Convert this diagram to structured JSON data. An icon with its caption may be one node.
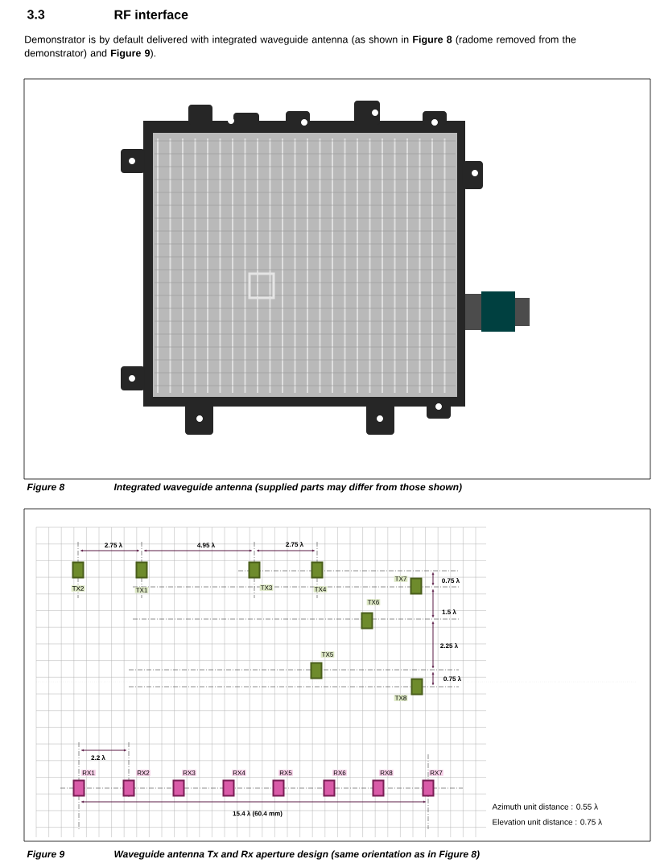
{
  "diagram": {
    "nodes": [
      {
        "text": [],
        "shape": "box",
        "beside": [
          "TX2"
        ]
      },
      {
        "text": [],
        "shape": "box",
        "beside": [
          "TX1"
        ]
      },
      {
        "text": [],
        "shape": "box",
        "beside": [
          "TX3"
        ]
      },
      {
        "text": [],
        "shape": "box",
        "beside": [
          "TX4"
        ]
      },
      {
        "text": [],
        "shape": "box",
        "beside": [
          "TX5"
        ]
      },
      {
        "text": [],
        "shape": "box",
        "beside": [
          "TX6"
        ]
      },
      {
        "text": [],
        "shape": "box",
        "beside": [
          "TX7"
        ]
      },
      {
        "text": [],
        "shape": "box",
        "beside": [
          "TX8"
        ]
      },
      {
        "text": [],
        "shape": "box",
        "beside": [
          "RX1"
        ]
      },
      {
        "text": [],
        "shape": "box",
        "beside": [
          "RX2"
        ]
      },
      {
        "text": [],
        "shape": "box",
        "beside": [
          "RX3"
        ]
      },
      {
        "text": [],
        "shape": "box",
        "beside": [
          "RX4"
        ]
      },
      {
        "text": [],
        "shape": "box",
        "beside": [
          "RX5"
        ]
      },
      {
        "text": [],
        "shape": "box",
        "beside": [
          "RX6"
        ]
      },
      {
        "text": [],
        "shape": "box",
        "beside": [
          "RX8"
        ]
      },
      {
        "text": [],
        "shape": "box",
        "beside": [
          "RX7"
        ]
      }
    ],
    "labels": [
      "3.3",
      "RF interface",
      "Demonstrator is by default delivered with integrated waveguide antenna (as shown in **Figure 8** (radome removed from the demonstrator) and  **Figure 9**).",
      "Figure 8",
      "Integrated waveguide antenna (supplied parts may differ from those shown)",
      "2.75 λ",
      "4.95 λ",
      "2.75 λ",
      "0.75 λ",
      "1.5 λ",
      "2.25 λ",
      "0.75 λ",
      "2.2 λ",
      "15.4 λ (60.4 mm)",
      "Azimuth unit distance : 0.55 λ",
      "Elevation unit distance : 0.75 λ",
      "Figure 9",
      "Waveguide antenna Tx and Rx aperture design (same orientation as in Figure 8)"
    ]
  }
}
